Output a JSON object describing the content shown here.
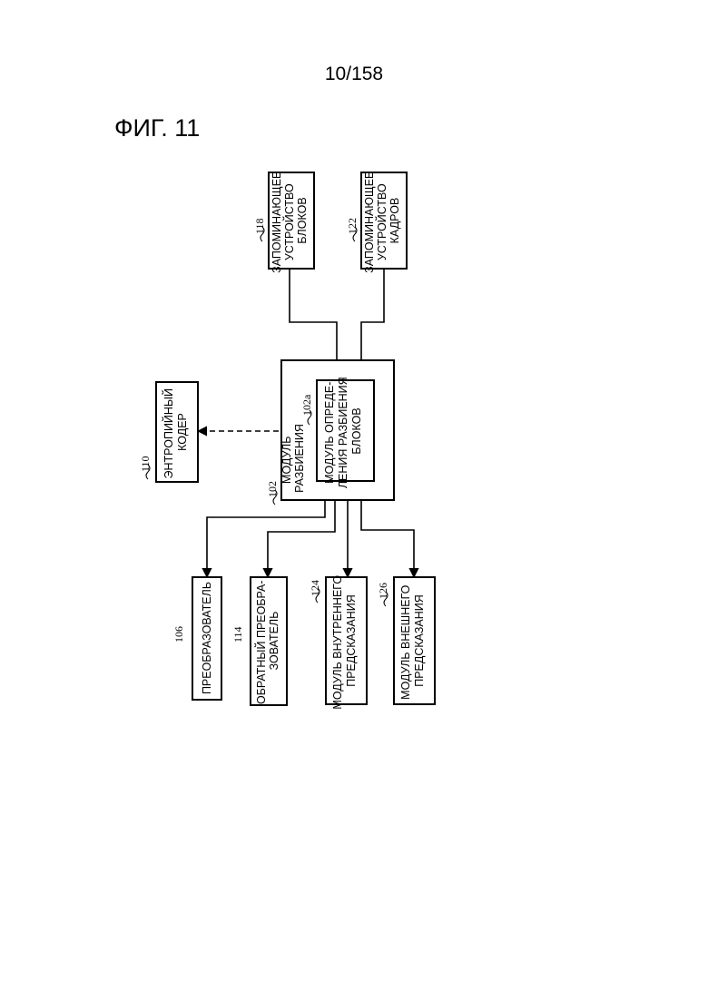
{
  "page_number": "10/158",
  "figure_title": "ФИГ. 11",
  "blocks": {
    "block_memory": {
      "ref": "118",
      "lines": [
        "ЗАПОМИНАЮЩЕЕ",
        "УСТРОЙСТВО",
        "БЛОКОВ"
      ]
    },
    "frame_memory": {
      "ref": "122",
      "lines": [
        "ЗАПОМИНАЮЩЕЕ",
        "УСТРОЙСТВО",
        "КАДРОВ"
      ]
    },
    "split_module": {
      "ref": "102",
      "lines": [
        "МОДУЛЬ",
        "РАЗБИЕНИЯ"
      ]
    },
    "split_decision": {
      "ref": "102a",
      "lines": [
        "МОДУЛЬ ОПРЕДЕ-",
        "ЛЕНИЯ РАЗБИЕНИЯ",
        "БЛОКОВ"
      ]
    },
    "entropy_coder": {
      "ref": "110",
      "lines": [
        "ЭНТРОПИЙНЫЙ",
        "КОДЕР"
      ]
    },
    "transformer": {
      "ref": "106",
      "lines": [
        "ПРЕОБРАЗОВАТЕЛЬ"
      ]
    },
    "inverse_transformer": {
      "ref": "114",
      "lines": [
        "ОБРАТНЫЙ ПРЕОБРА-",
        "ЗОВАТЕЛЬ"
      ]
    },
    "intra_prediction": {
      "ref": "124",
      "lines": [
        "МОДУЛЬ ВНУТРЕННЕГО",
        "ПРЕДСКАЗАНИЯ"
      ]
    },
    "inter_prediction": {
      "ref": "126",
      "lines": [
        "МОДУЛЬ ВНЕШНЕГО",
        "ПРЕДСКАЗАНИЯ"
      ]
    }
  }
}
